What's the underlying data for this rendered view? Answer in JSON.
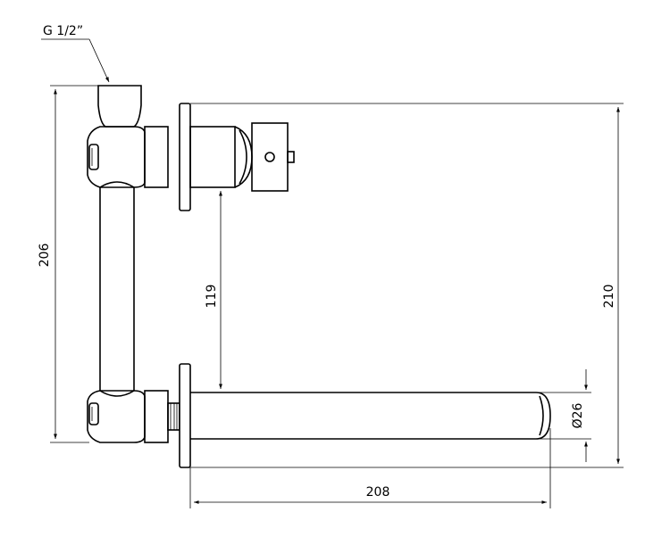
{
  "labels": {
    "thread": "G 1/2”",
    "height_left": "206",
    "height_right": "210",
    "spout_offset": "119",
    "spout_length": "208",
    "spout_diameter": "Ø26"
  }
}
